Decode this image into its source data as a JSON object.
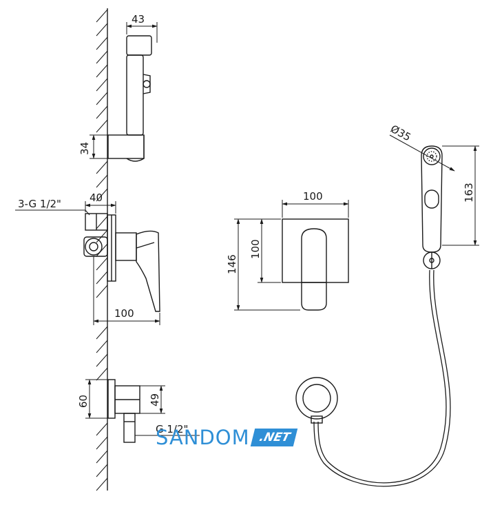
{
  "dimensions": {
    "holder_width": "43",
    "holder_height": "34",
    "connection": "3-G 1/2\"",
    "valve_depth": "40",
    "valve_length": "100",
    "plate_width": "100",
    "plate_height": "100",
    "plate_total_height": "146",
    "shower_diameter": "Ø35",
    "shower_length": "163",
    "outlet_height": "60",
    "outlet_inner": "49",
    "outlet_thread": "G 1/2\""
  },
  "watermark": {
    "word": "SANDOM",
    "suffix": ".NET"
  },
  "colors": {
    "line": "#1a1a1a",
    "brand": "#2f8fd6"
  }
}
